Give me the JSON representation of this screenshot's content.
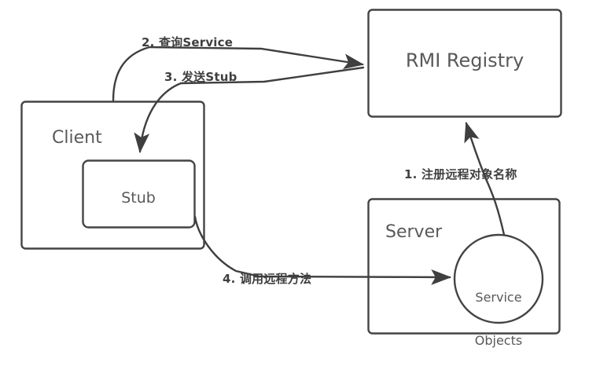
{
  "diagram": {
    "title": "RMI Registry interaction diagram",
    "type": "flow-diagram",
    "stroke_color": "#444444",
    "text_color": "#595959",
    "label_color": "#3f3f3f",
    "background": "#ffffff"
  },
  "nodes": {
    "registry": {
      "label": "RMI Registry",
      "shape": "rounded-rect"
    },
    "client": {
      "label": "Client",
      "shape": "rounded-rect"
    },
    "stub": {
      "label": "Stub",
      "shape": "rounded-rect"
    },
    "server": {
      "label": "Server",
      "shape": "rounded-rect"
    },
    "service_objects": {
      "label_line1": "Service",
      "label_line2": "Objects",
      "shape": "circle"
    }
  },
  "edges": [
    {
      "id": "e1",
      "label": "1. 注册远程对象名称",
      "from": "service_objects",
      "to": "registry"
    },
    {
      "id": "e2",
      "label": "2. 查询Service",
      "from": "client",
      "to": "registry"
    },
    {
      "id": "e3",
      "label": "3. 发送Stub",
      "from": "registry",
      "to": "stub"
    },
    {
      "id": "e4",
      "label": "4. 调用远程方法",
      "from": "stub",
      "to": "service_objects"
    }
  ]
}
